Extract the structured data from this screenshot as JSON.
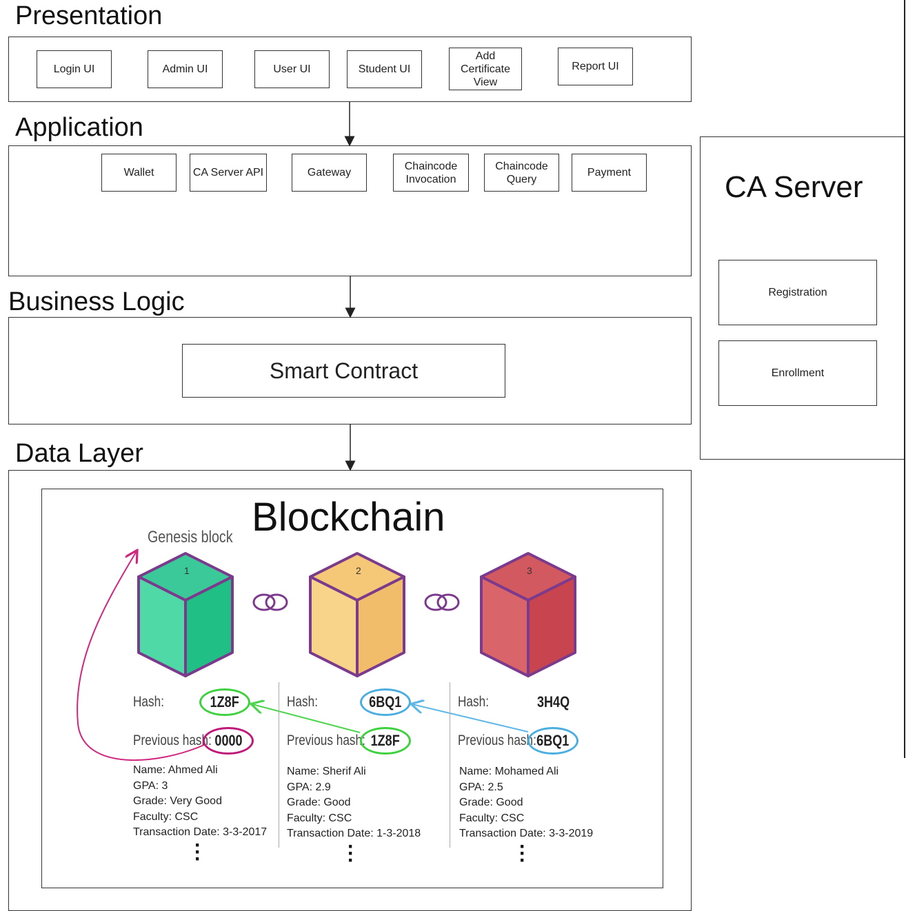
{
  "layers": {
    "presentation": {
      "title": "Presentation",
      "components": [
        "Login UI",
        "Admin UI",
        "User UI",
        "Student UI",
        "Add\nCertificate\nView",
        "Report UI"
      ]
    },
    "application": {
      "title": "Application",
      "components": [
        "Wallet",
        "CA Server API",
        "Gateway",
        "Chaincode\nInvocation",
        "Chaincode\nQuery",
        "Payment"
      ]
    },
    "business_logic": {
      "title": "Business Logic",
      "components": [
        "Smart Contract"
      ]
    },
    "data_layer": {
      "title": "Data Layer"
    }
  },
  "ca_server": {
    "title": "CA Server",
    "components": [
      "Registration",
      "Enrollment"
    ]
  },
  "blockchain": {
    "title": "Blockchain",
    "genesis_label": "Genesis block",
    "hash_label": "Hash:",
    "previous_hash_label": "Previous hash:",
    "blocks": [
      {
        "number": "1",
        "color_front": "#4fd9a6",
        "color_side": "#1fbf86",
        "color_top": "#3bc99a",
        "hash": "1Z8F",
        "hash_ring": "#3ed13e",
        "previous_hash": "0000",
        "previous_ring": "#c0187a",
        "details": [
          "Name: Ahmed Ali",
          "GPA: 3",
          "Grade: Very Good",
          "Faculty: CSC",
          "Transaction Date: 3-3-2017"
        ]
      },
      {
        "number": "2",
        "color_front": "#f8d38a",
        "color_side": "#f1bd6b",
        "color_top": "#f4c877",
        "hash": "6BQ1",
        "hash_ring": "#4aaee0",
        "previous_hash": "1Z8F",
        "previous_ring": "#3ed13e",
        "details": [
          "Name: Sherif Ali",
          "GPA: 2.9",
          "Grade: Good",
          "Faculty: CSC",
          "Transaction Date: 1-3-2018"
        ]
      },
      {
        "number": "3",
        "color_front": "#d9646a",
        "color_side": "#c84550",
        "color_top": "#d25960",
        "hash": "3H4Q",
        "hash_ring": "",
        "previous_hash": "6BQ1",
        "previous_ring": "#4aaee0",
        "details": [
          "Name: Mohamed Ali",
          "GPA: 2.5",
          "Grade: Good",
          "Faculty: CSC",
          "Transaction Date: 3-3-2019"
        ]
      }
    ],
    "cube_outline_color": "#7b3a8c",
    "link_color": "#7b3a8c",
    "genesis_arrow_color": "#d0267f",
    "green_arrow_color": "#4cd44c",
    "blue_arrow_color": "#5fb8e6"
  }
}
